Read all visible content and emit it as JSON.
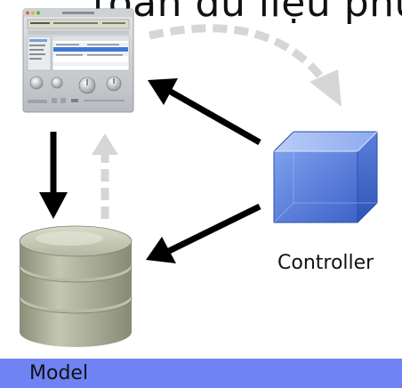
{
  "diagram": {
    "top_caption": "toán dữ liệu phù",
    "nodes": {
      "view": {
        "label": "",
        "icon": "audio-app-window-icon"
      },
      "controller": {
        "label": "Controller",
        "icon": "blue-cube-icon"
      },
      "model": {
        "label": "Model",
        "icon": "database-cylinder-icon"
      }
    },
    "arrows": [
      {
        "from": "controller",
        "to": "view",
        "style": "solid"
      },
      {
        "from": "controller",
        "to": "model",
        "style": "solid"
      },
      {
        "from": "view",
        "to": "model",
        "style": "solid"
      },
      {
        "from": "model",
        "to": "view",
        "style": "dashed"
      },
      {
        "from": "view",
        "to": "controller",
        "style": "dashed"
      }
    ],
    "colors": {
      "solid_arrow": "#000000",
      "dashed_arrow": "#d6d6d6",
      "model_band": "#6f83f5",
      "cube": "#4f76d8",
      "database": "#a9ad98"
    }
  }
}
